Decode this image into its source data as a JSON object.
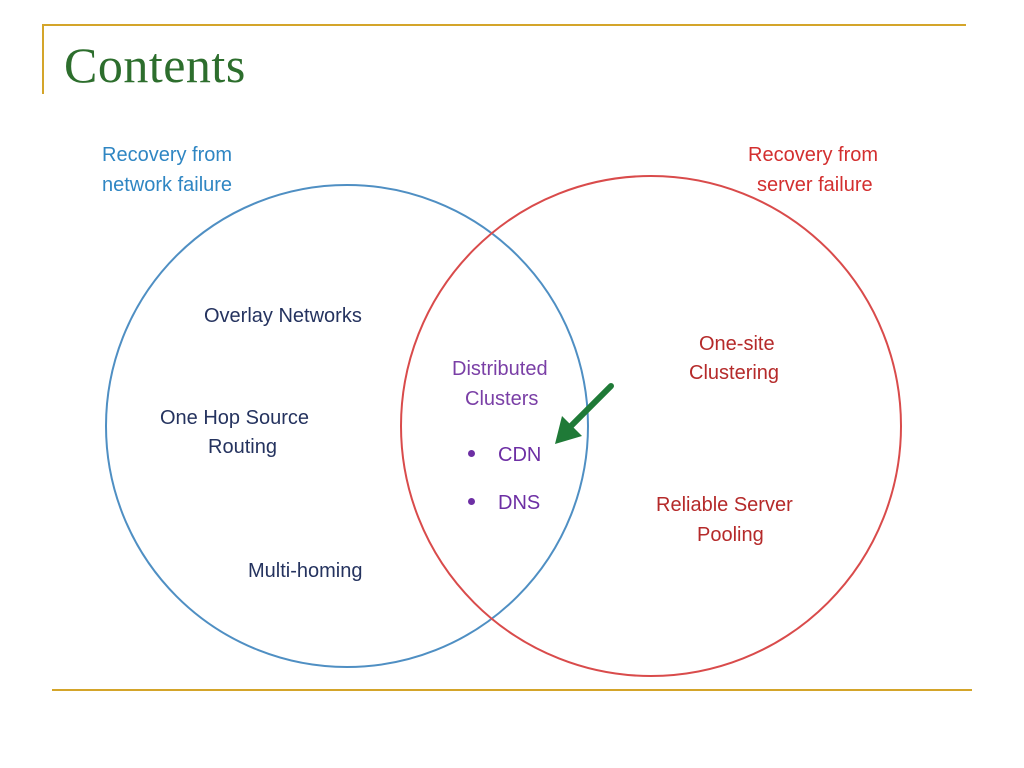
{
  "slide": {
    "title": "Contents",
    "colors": {
      "accent_rule": "#d4a52a",
      "title": "#2d6e2d",
      "network_circle": "#4f8fc3",
      "server_circle": "#d94b4b",
      "arrow": "#1f7a37"
    }
  },
  "venn": {
    "left_label_line1": "Recovery from",
    "left_label_line2": "network failure",
    "right_label_line1": "Recovery from",
    "right_label_line2": "server failure",
    "left_items": [
      "Overlay Networks",
      "One Hop Source",
      "Routing",
      "Multi-homing"
    ],
    "center_items": [
      "Distributed",
      "Clusters"
    ],
    "bullets": [
      "CDN",
      "DNS"
    ],
    "right_items": [
      "One-site",
      "Clustering",
      "Reliable Server",
      "Pooling"
    ]
  }
}
